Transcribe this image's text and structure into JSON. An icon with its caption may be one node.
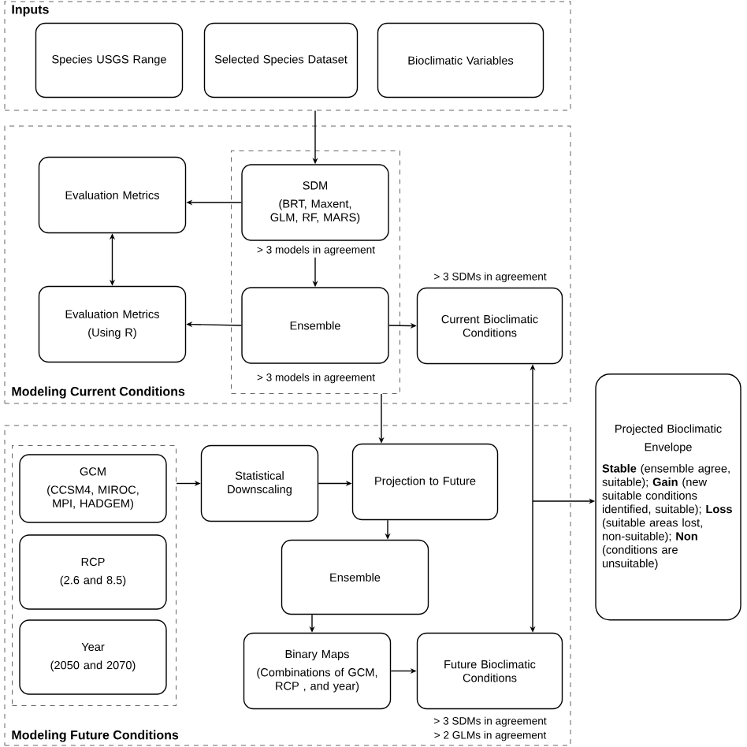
{
  "diagram": {
    "nodes": [
      {
        "text": [
          "Inputs"
        ]
      },
      {
        "text": [
          "Species USGS Range"
        ],
        "in": 0
      },
      {
        "text": [
          "Selected Species Dataset"
        ],
        "in": 0
      },
      {
        "text": [
          "Bioclimatic Variables"
        ],
        "in": 0
      },
      {
        "text": [
          "Modeling Current Conditions"
        ]
      },
      {
        "text": [],
        "shape": "box",
        "in": 4
      },
      {
        "text": [
          "Evaluation Metrics"
        ],
        "in": 4
      },
      {
        "text": [
          "SDM",
          "(BRT, Maxent, GLM, RF, MARS)"
        ],
        "in": 5,
        "beside": [
          "> 3 models in agreement"
        ]
      },
      {
        "text": [
          "Evaluation Metrics",
          "(Using R)"
        ],
        "in": 4
      },
      {
        "text": [
          "Ensemble"
        ],
        "in": 5,
        "beside": [
          "> 3 models in agreement"
        ]
      },
      {
        "text": [
          "Current Bioclimatic Conditions"
        ],
        "in": 4,
        "beside": [
          "> 3 SDMs in agreement"
        ]
      },
      {
        "text": [
          "Modeling Future Conditions"
        ]
      },
      {
        "text": [],
        "shape": "box",
        "in": 11
      },
      {
        "text": [
          "GCM",
          "(CCSM4, MIROC, MPI, HADGEM)"
        ],
        "in": 12
      },
      {
        "text": [
          "RCP",
          "(2.6 and 8.5)"
        ],
        "in": 12
      },
      {
        "text": [
          "Year",
          "(2050 and 2070)"
        ],
        "in": 12
      },
      {
        "text": [
          "Statistical Downscaling"
        ],
        "in": 11
      },
      {
        "text": [
          "Projection to Future"
        ],
        "in": 11
      },
      {
        "text": [
          "Ensemble"
        ],
        "in": 11
      },
      {
        "text": [
          "Binary Maps",
          "(Combinations of GCM, RCP , and year)"
        ],
        "in": 11
      },
      {
        "text": [
          "Future Bioclimatic Conditions"
        ],
        "in": 11,
        "beside": [
          "> 3 SDMs in agreement",
          "> 2 GLMs in agreement"
        ]
      },
      {
        "text": [
          "Projected Bioclimatic Envelope",
          "**Stable** (ensemble agree, suitable); **Gain** (new suitable conditions identified, suitable); **Loss** (suitable areas lost, non-suitable); **Non** (conditions are unsuitable)"
        ]
      }
    ],
    "edges": [
      {
        "from": 0,
        "to": 7,
        "arrow": "to"
      },
      {
        "from": 7,
        "to": 6,
        "arrow": "to"
      },
      {
        "from": 6,
        "to": 8,
        "arrow": "both"
      },
      {
        "from": 7,
        "to": 9,
        "arrow": "to"
      },
      {
        "from": 9,
        "to": 8,
        "arrow": "to"
      },
      {
        "from": 9,
        "to": 10,
        "arrow": "to"
      },
      {
        "from": 5,
        "to": 17,
        "arrow": "to"
      },
      {
        "from": 12,
        "to": 16,
        "arrow": "to"
      },
      {
        "from": 16,
        "to": 17,
        "arrow": "to"
      },
      {
        "from": 17,
        "to": 18,
        "arrow": "to"
      },
      {
        "from": 18,
        "to": 19,
        "arrow": "to"
      },
      {
        "from": 19,
        "to": 20,
        "arrow": "to"
      },
      {
        "from": null,
        "to": 10,
        "arrow": "to"
      },
      {
        "from": null,
        "to": 20,
        "arrow": "to"
      },
      {
        "from": null,
        "to": 21,
        "arrow": "to"
      }
    ]
  }
}
